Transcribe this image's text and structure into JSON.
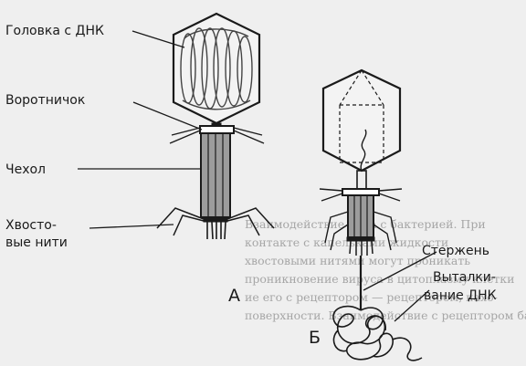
{
  "labels": {
    "head": "Головка с ДНК",
    "collar": "Воротничок",
    "sheath": "Чехол",
    "tail_fibers_1": "Хвосто-",
    "tail_fibers_2": "вые нити",
    "core": "Стержень",
    "dna_ejection_1": "Выталки-",
    "dna_ejection_2": "вание ДНК"
  },
  "letters": {
    "a": "А",
    "b": "Б"
  },
  "background_text": [
    "Взаимодействие фага с бактерией. При",
    "контакте с капельками жидкости",
    "хвостовыми нитями могут проникать",
    "проникновение вируса в цитоплазму клетки",
    "ие его с рецептором — рецептором, нахо-",
    "поверхности. Взаимодействие с рецептором бакте"
  ],
  "colors": {
    "background": "#efefef",
    "ink": "#1a1a1a",
    "ghost_text": "#a6a6a6"
  }
}
